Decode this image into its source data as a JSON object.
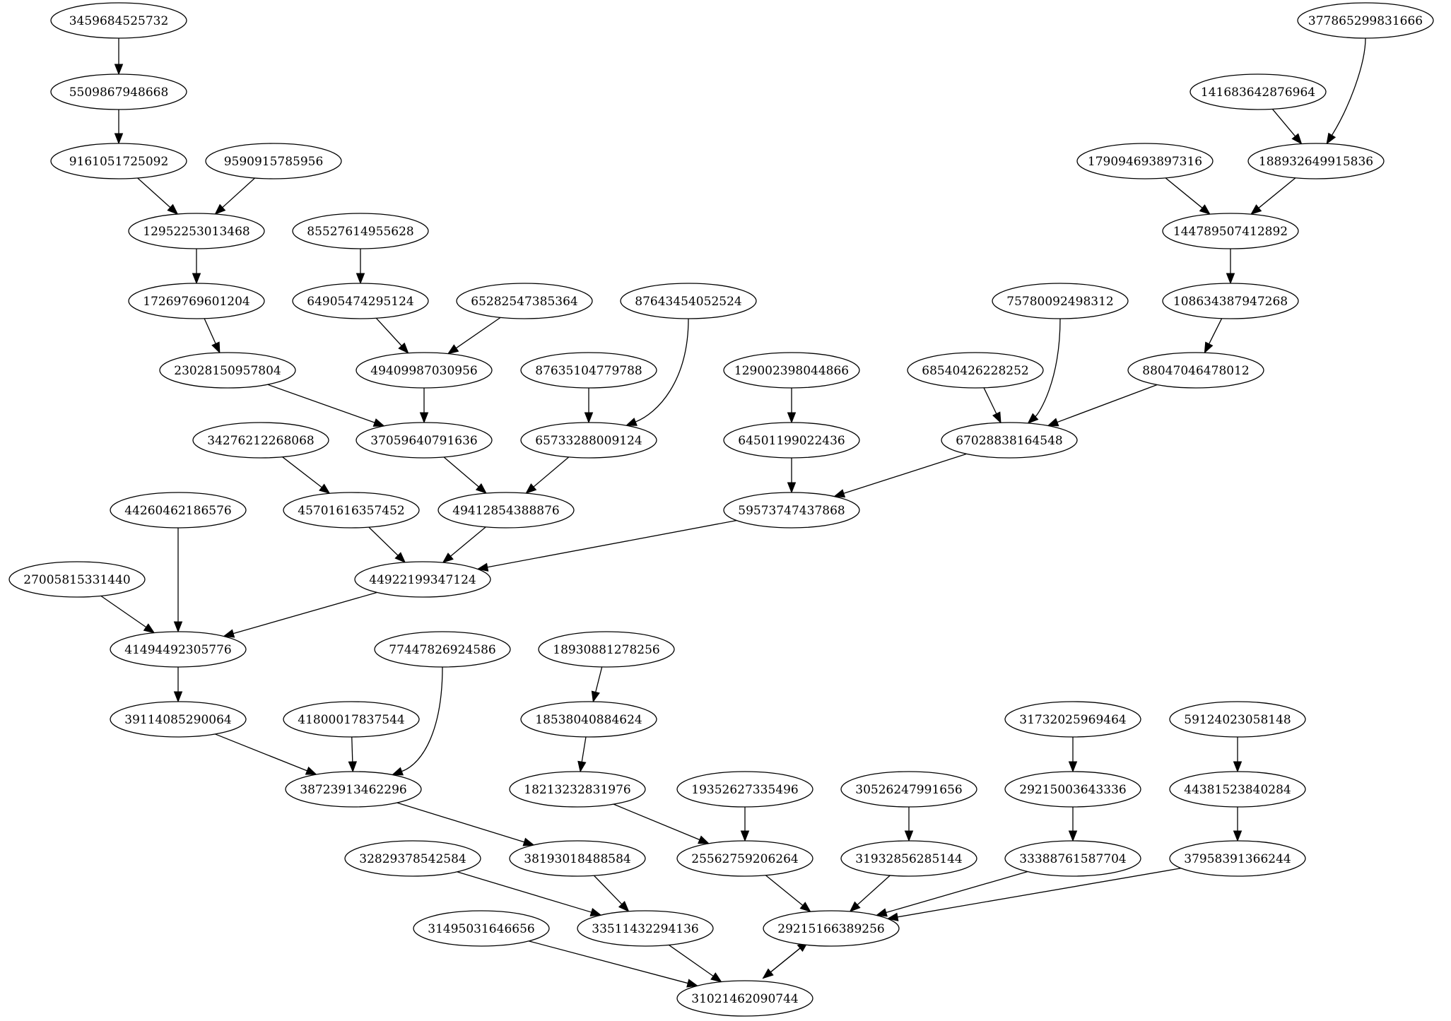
{
  "diagram": {
    "type": "directed-graph",
    "nodes": [
      {
        "id": "n1",
        "label": "3459684525732"
      },
      {
        "id": "n2",
        "label": "5509867948668"
      },
      {
        "id": "n3",
        "label": "9161051725092"
      },
      {
        "id": "n4",
        "label": "9590915785956"
      },
      {
        "id": "n5",
        "label": "12952253013468"
      },
      {
        "id": "n6",
        "label": "85527614955628"
      },
      {
        "id": "n7",
        "label": "17269769601204"
      },
      {
        "id": "n8",
        "label": "64905474295124"
      },
      {
        "id": "n9",
        "label": "65282547385364"
      },
      {
        "id": "n10",
        "label": "87643454052524"
      },
      {
        "id": "n11",
        "label": "23028150957804"
      },
      {
        "id": "n12",
        "label": "49409987030956"
      },
      {
        "id": "n13",
        "label": "87635104779788"
      },
      {
        "id": "n14",
        "label": "129002398044866"
      },
      {
        "id": "n15",
        "label": "68540426228252"
      },
      {
        "id": "n16",
        "label": "75780092498312"
      },
      {
        "id": "n17",
        "label": "108634387947268"
      },
      {
        "id": "n18",
        "label": "88047046478012"
      },
      {
        "id": "n19",
        "label": "377865299831666"
      },
      {
        "id": "n20",
        "label": "141683642876964"
      },
      {
        "id": "n21",
        "label": "179094693897316"
      },
      {
        "id": "n22",
        "label": "188932649915836"
      },
      {
        "id": "n23",
        "label": "144789507412892"
      },
      {
        "id": "n24",
        "label": "34276212268068"
      },
      {
        "id": "n25",
        "label": "37059640791636"
      },
      {
        "id": "n26",
        "label": "65733288009124"
      },
      {
        "id": "n27",
        "label": "64501199022436"
      },
      {
        "id": "n28",
        "label": "67028838164548"
      },
      {
        "id": "n29",
        "label": "44260462186576"
      },
      {
        "id": "n30",
        "label": "45701616357452"
      },
      {
        "id": "n31",
        "label": "49412854388876"
      },
      {
        "id": "n32",
        "label": "59573747437868"
      },
      {
        "id": "n33",
        "label": "27005815331440"
      },
      {
        "id": "n34",
        "label": "44922199347124"
      },
      {
        "id": "n35",
        "label": "41494492305776"
      },
      {
        "id": "n36",
        "label": "77447826924586"
      },
      {
        "id": "n37",
        "label": "18930881278256"
      },
      {
        "id": "n38",
        "label": "39114085290064"
      },
      {
        "id": "n39",
        "label": "41800017837544"
      },
      {
        "id": "n40",
        "label": "18538040884624"
      },
      {
        "id": "n41",
        "label": "31732025969464"
      },
      {
        "id": "n42",
        "label": "59124023058148"
      },
      {
        "id": "n43",
        "label": "38723913462296"
      },
      {
        "id": "n44",
        "label": "18213232831976"
      },
      {
        "id": "n45",
        "label": "19352627335496"
      },
      {
        "id": "n46",
        "label": "30526247991656"
      },
      {
        "id": "n47",
        "label": "29215003643336"
      },
      {
        "id": "n48",
        "label": "44381523840284"
      },
      {
        "id": "n49",
        "label": "32829378542584"
      },
      {
        "id": "n50",
        "label": "38193018488584"
      },
      {
        "id": "n51",
        "label": "25562759206264"
      },
      {
        "id": "n52",
        "label": "31932856285144"
      },
      {
        "id": "n53",
        "label": "33388761587704"
      },
      {
        "id": "n54",
        "label": "37958391366244"
      },
      {
        "id": "n55",
        "label": "31495031646656"
      },
      {
        "id": "n56",
        "label": "33511432294136"
      },
      {
        "id": "n57",
        "label": "29215166389256"
      },
      {
        "id": "n58",
        "label": "31021462090744"
      }
    ],
    "edges": [
      {
        "from": "n1",
        "to": "n2"
      },
      {
        "from": "n2",
        "to": "n3"
      },
      {
        "from": "n3",
        "to": "n5"
      },
      {
        "from": "n4",
        "to": "n5"
      },
      {
        "from": "n5",
        "to": "n7"
      },
      {
        "from": "n6",
        "to": "n8"
      },
      {
        "from": "n7",
        "to": "n11"
      },
      {
        "from": "n8",
        "to": "n12"
      },
      {
        "from": "n9",
        "to": "n12"
      },
      {
        "from": "n10",
        "to": "n26"
      },
      {
        "from": "n11",
        "to": "n25"
      },
      {
        "from": "n12",
        "to": "n25"
      },
      {
        "from": "n13",
        "to": "n26"
      },
      {
        "from": "n14",
        "to": "n27"
      },
      {
        "from": "n15",
        "to": "n28"
      },
      {
        "from": "n16",
        "to": "n28"
      },
      {
        "from": "n17",
        "to": "n18"
      },
      {
        "from": "n18",
        "to": "n28"
      },
      {
        "from": "n19",
        "to": "n22"
      },
      {
        "from": "n20",
        "to": "n22"
      },
      {
        "from": "n21",
        "to": "n23"
      },
      {
        "from": "n22",
        "to": "n23"
      },
      {
        "from": "n23",
        "to": "n17"
      },
      {
        "from": "n24",
        "to": "n30"
      },
      {
        "from": "n25",
        "to": "n31"
      },
      {
        "from": "n26",
        "to": "n31"
      },
      {
        "from": "n27",
        "to": "n32"
      },
      {
        "from": "n28",
        "to": "n32"
      },
      {
        "from": "n29",
        "to": "n35"
      },
      {
        "from": "n30",
        "to": "n34"
      },
      {
        "from": "n31",
        "to": "n34"
      },
      {
        "from": "n32",
        "to": "n34"
      },
      {
        "from": "n33",
        "to": "n35"
      },
      {
        "from": "n34",
        "to": "n35"
      },
      {
        "from": "n35",
        "to": "n38"
      },
      {
        "from": "n36",
        "to": "n43"
      },
      {
        "from": "n37",
        "to": "n40"
      },
      {
        "from": "n38",
        "to": "n43"
      },
      {
        "from": "n39",
        "to": "n43"
      },
      {
        "from": "n40",
        "to": "n44"
      },
      {
        "from": "n41",
        "to": "n47"
      },
      {
        "from": "n42",
        "to": "n48"
      },
      {
        "from": "n43",
        "to": "n50"
      },
      {
        "from": "n44",
        "to": "n51"
      },
      {
        "from": "n45",
        "to": "n51"
      },
      {
        "from": "n46",
        "to": "n52"
      },
      {
        "from": "n47",
        "to": "n53"
      },
      {
        "from": "n48",
        "to": "n54"
      },
      {
        "from": "n49",
        "to": "n56"
      },
      {
        "from": "n50",
        "to": "n56"
      },
      {
        "from": "n51",
        "to": "n57"
      },
      {
        "from": "n52",
        "to": "n57"
      },
      {
        "from": "n53",
        "to": "n57"
      },
      {
        "from": "n54",
        "to": "n57"
      },
      {
        "from": "n55",
        "to": "n58"
      },
      {
        "from": "n56",
        "to": "n58"
      },
      {
        "from": "n57",
        "to": "n58"
      },
      {
        "from": "n58",
        "to": "n57"
      }
    ]
  }
}
